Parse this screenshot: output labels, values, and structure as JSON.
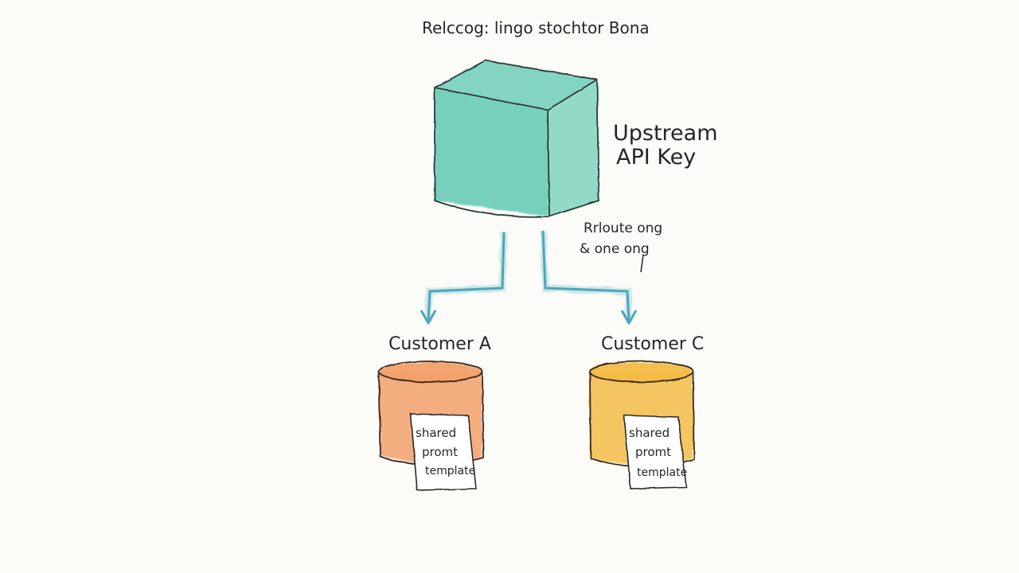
{
  "title": "Relccog: lingo stochtor Bona",
  "upstream": {
    "label_line1": "Upstream",
    "label_line2": "API Key",
    "color": "#6fcdb8"
  },
  "annotation": {
    "line1": "Rrloute ong",
    "line2": "& one ong"
  },
  "arrow_color": "#4aa8b8",
  "customers": [
    {
      "name": "Customer A",
      "color": "#f2a06a",
      "note_line1": "shared",
      "note_line2": "promt",
      "note_line3": "template"
    },
    {
      "name": "Customer C",
      "color": "#f3bb45",
      "note_line1": "shared",
      "note_line2": "promt",
      "note_line3": "template"
    }
  ]
}
